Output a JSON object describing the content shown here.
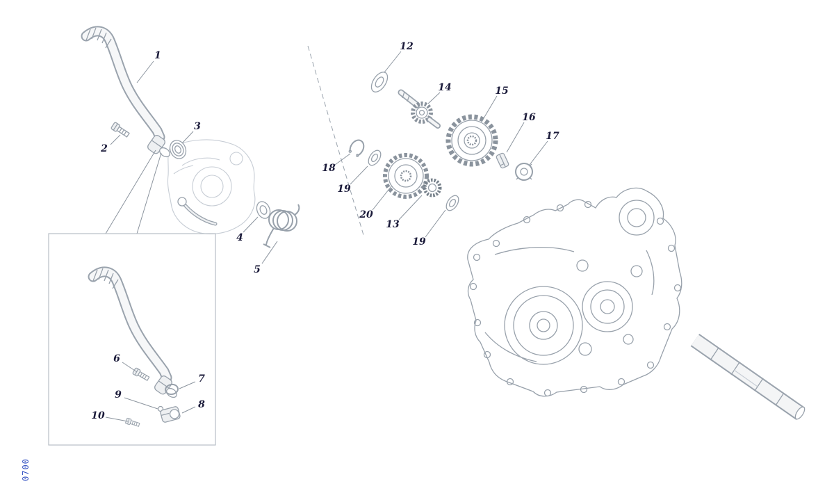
{
  "diagram": {
    "page_code": "0700",
    "colors": {
      "label": "#1b1b3a",
      "page_code": "#3a57c4",
      "line_art": "#98a1ab",
      "background": "#ffffff"
    },
    "callouts": [
      {
        "text": "1"
      },
      {
        "text": "2"
      },
      {
        "text": "3"
      },
      {
        "text": "4"
      },
      {
        "text": "5"
      },
      {
        "text": "6"
      },
      {
        "text": "7"
      },
      {
        "text": "8"
      },
      {
        "text": "9"
      },
      {
        "text": "10"
      },
      {
        "text": "12"
      },
      {
        "text": "14"
      },
      {
        "text": "15"
      },
      {
        "text": "16"
      },
      {
        "text": "17"
      },
      {
        "text": "18"
      },
      {
        "text": "19"
      },
      {
        "text": "20"
      },
      {
        "text": "13"
      },
      {
        "text": "19"
      }
    ]
  }
}
